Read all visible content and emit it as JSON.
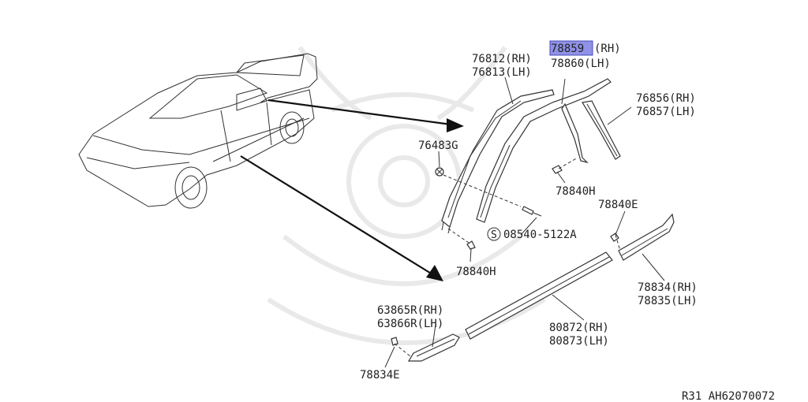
{
  "diagram": {
    "labels": {
      "p76812": "76812(RH)",
      "p76813": "76813(LH)",
      "p78859": "78859",
      "p78859_side": "(RH)",
      "p78860": "78860(LH)",
      "p76856": "76856(RH)",
      "p76857": "76857(LH)",
      "p76483G": "76483G",
      "p78840H_top": "78840H",
      "p78840E": "78840E",
      "p08540_mark": "S",
      "p08540": "08540-5122A",
      "p78840H_bottom": "78840H",
      "p78834": "78834(RH)",
      "p78835": "78835(LH)",
      "p63865R": "63865R(RH)",
      "p63866R": "63866R(LH)",
      "p80872": "80872(RH)",
      "p80873": "80873(LH)",
      "p78834E": "78834E"
    },
    "highlight_color": "#8f92e6",
    "footer": "R31  AH62070072"
  }
}
